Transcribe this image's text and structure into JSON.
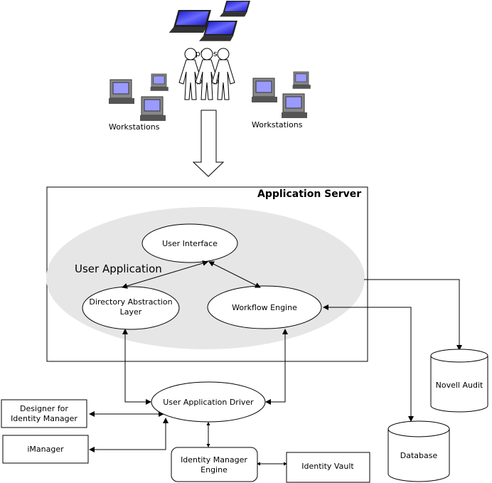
{
  "clients": {
    "laptops_label": "Laptops",
    "workstations_left": "Workstations",
    "workstations_right": "Workstations"
  },
  "server": {
    "title": "Application Server",
    "user_application": "User Application",
    "user_interface": "User Interface",
    "directory_abstraction_line1": "Directory Abstraction",
    "directory_abstraction_line2": "Layer",
    "workflow_engine": "Workflow Engine"
  },
  "external": {
    "novell_audit": "Novell Audit",
    "database": "Database",
    "user_application_driver": "User Application Driver",
    "designer_line1": "Designer for",
    "designer_line2": "Identity Manager",
    "imanager": "iManager",
    "idm_engine_line1": "Identity Manager",
    "idm_engine_line2": "Engine",
    "identity_vault": "Identity Vault"
  },
  "colors": {
    "ellipse_fill": "#e6e6e6",
    "screen": "#2b2bd9"
  }
}
